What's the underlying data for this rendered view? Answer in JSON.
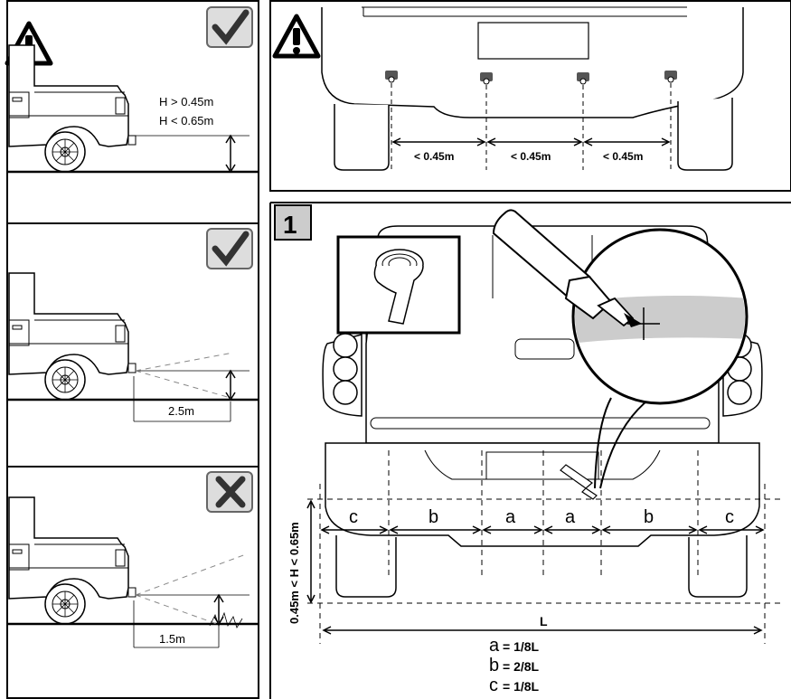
{
  "left_panels": [
    {
      "status": "check",
      "labels": {
        "h_min": "H > 0.45m",
        "h_max": "H < 0.65m"
      }
    },
    {
      "status": "check",
      "distance": "2.5m"
    },
    {
      "status": "cross",
      "distance": "1.5m"
    }
  ],
  "top_right": {
    "spacing": [
      "< 0.45m",
      "< 0.45m",
      "< 0.45m"
    ]
  },
  "step": {
    "number": "1",
    "segments": [
      "c",
      "b",
      "a",
      "a",
      "b",
      "c"
    ],
    "height_label": "0.45m < H < 0.65m",
    "width_label": "L",
    "formulas": [
      {
        "var": "a",
        "eq": "= 1/8L"
      },
      {
        "var": "b",
        "eq": "= 2/8L"
      },
      {
        "var": "c",
        "eq": "= 1/8L"
      }
    ]
  },
  "icons": [
    "warning-icon",
    "checkmark-icon",
    "cross-icon",
    "marker-pen-icon",
    "tape-roll-icon"
  ]
}
